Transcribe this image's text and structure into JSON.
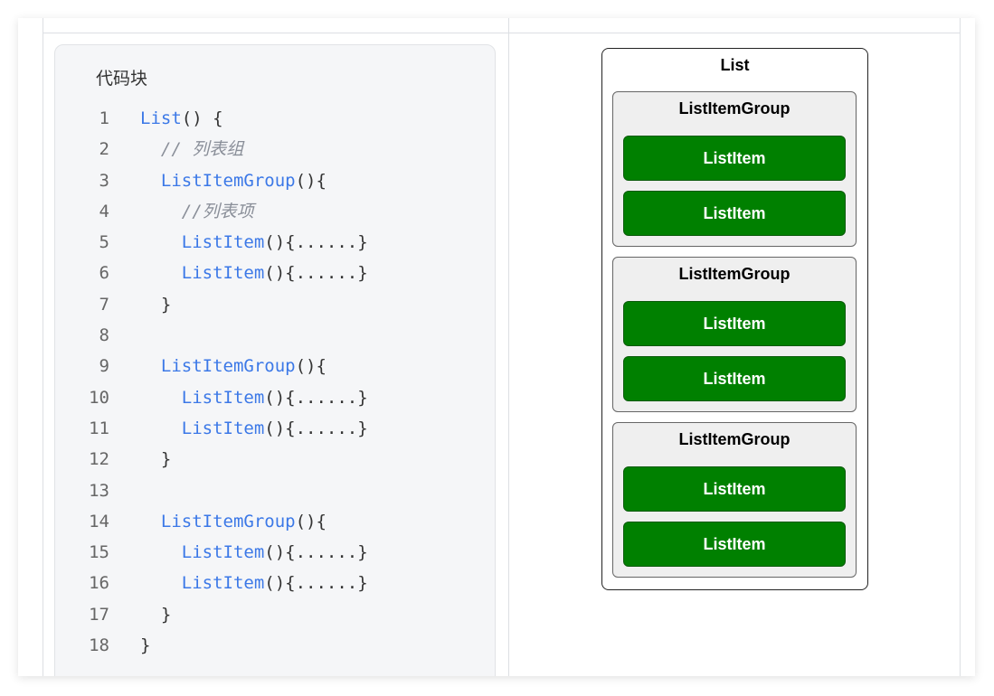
{
  "code_block": {
    "title": "代码块",
    "lines": [
      {
        "n": "1",
        "tokens": [
          {
            "t": "List",
            "c": "fn"
          },
          {
            "t": "() {",
            "c": "punct"
          }
        ],
        "indent": ""
      },
      {
        "n": "2",
        "tokens": [
          {
            "t": "// 列表组",
            "c": "comment"
          }
        ],
        "indent": "  "
      },
      {
        "n": "3",
        "tokens": [
          {
            "t": "ListItemGroup",
            "c": "fn"
          },
          {
            "t": "(){",
            "c": "punct"
          }
        ],
        "indent": "  "
      },
      {
        "n": "4",
        "tokens": [
          {
            "t": "//列表项",
            "c": "comment"
          }
        ],
        "indent": "    "
      },
      {
        "n": "5",
        "tokens": [
          {
            "t": "ListItem",
            "c": "fn"
          },
          {
            "t": "(){......}",
            "c": "punct"
          }
        ],
        "indent": "    "
      },
      {
        "n": "6",
        "tokens": [
          {
            "t": "ListItem",
            "c": "fn"
          },
          {
            "t": "(){......}",
            "c": "punct"
          }
        ],
        "indent": "    "
      },
      {
        "n": "7",
        "tokens": [
          {
            "t": "}",
            "c": "punct"
          }
        ],
        "indent": "  "
      },
      {
        "n": "8",
        "tokens": [],
        "indent": ""
      },
      {
        "n": "9",
        "tokens": [
          {
            "t": "ListItemGroup",
            "c": "fn"
          },
          {
            "t": "(){",
            "c": "punct"
          }
        ],
        "indent": "  "
      },
      {
        "n": "10",
        "tokens": [
          {
            "t": "ListItem",
            "c": "fn"
          },
          {
            "t": "(){......}",
            "c": "punct"
          }
        ],
        "indent": "    "
      },
      {
        "n": "11",
        "tokens": [
          {
            "t": "ListItem",
            "c": "fn"
          },
          {
            "t": "(){......}",
            "c": "punct"
          }
        ],
        "indent": "    "
      },
      {
        "n": "12",
        "tokens": [
          {
            "t": "}",
            "c": "punct"
          }
        ],
        "indent": "  "
      },
      {
        "n": "13",
        "tokens": [],
        "indent": ""
      },
      {
        "n": "14",
        "tokens": [
          {
            "t": "ListItemGroup",
            "c": "fn"
          },
          {
            "t": "(){",
            "c": "punct"
          }
        ],
        "indent": "  "
      },
      {
        "n": "15",
        "tokens": [
          {
            "t": "ListItem",
            "c": "fn"
          },
          {
            "t": "(){......}",
            "c": "punct"
          }
        ],
        "indent": "    "
      },
      {
        "n": "16",
        "tokens": [
          {
            "t": "ListItem",
            "c": "fn"
          },
          {
            "t": "(){......}",
            "c": "punct"
          }
        ],
        "indent": "    "
      },
      {
        "n": "17",
        "tokens": [
          {
            "t": "}",
            "c": "punct"
          }
        ],
        "indent": "  "
      },
      {
        "n": "18",
        "tokens": [
          {
            "t": "}",
            "c": "punct"
          }
        ],
        "indent": ""
      }
    ]
  },
  "diagram": {
    "title": "List",
    "groups": [
      {
        "title": "ListItemGroup",
        "items": [
          "ListItem",
          "ListItem"
        ]
      },
      {
        "title": "ListItemGroup",
        "items": [
          "ListItem",
          "ListItem"
        ]
      },
      {
        "title": "ListItemGroup",
        "items": [
          "ListItem",
          "ListItem"
        ]
      }
    ]
  },
  "colors": {
    "function_token": "#3b78e7",
    "comment_token": "#8a8f99",
    "item_fill": "#008000",
    "group_fill": "#efefef"
  }
}
